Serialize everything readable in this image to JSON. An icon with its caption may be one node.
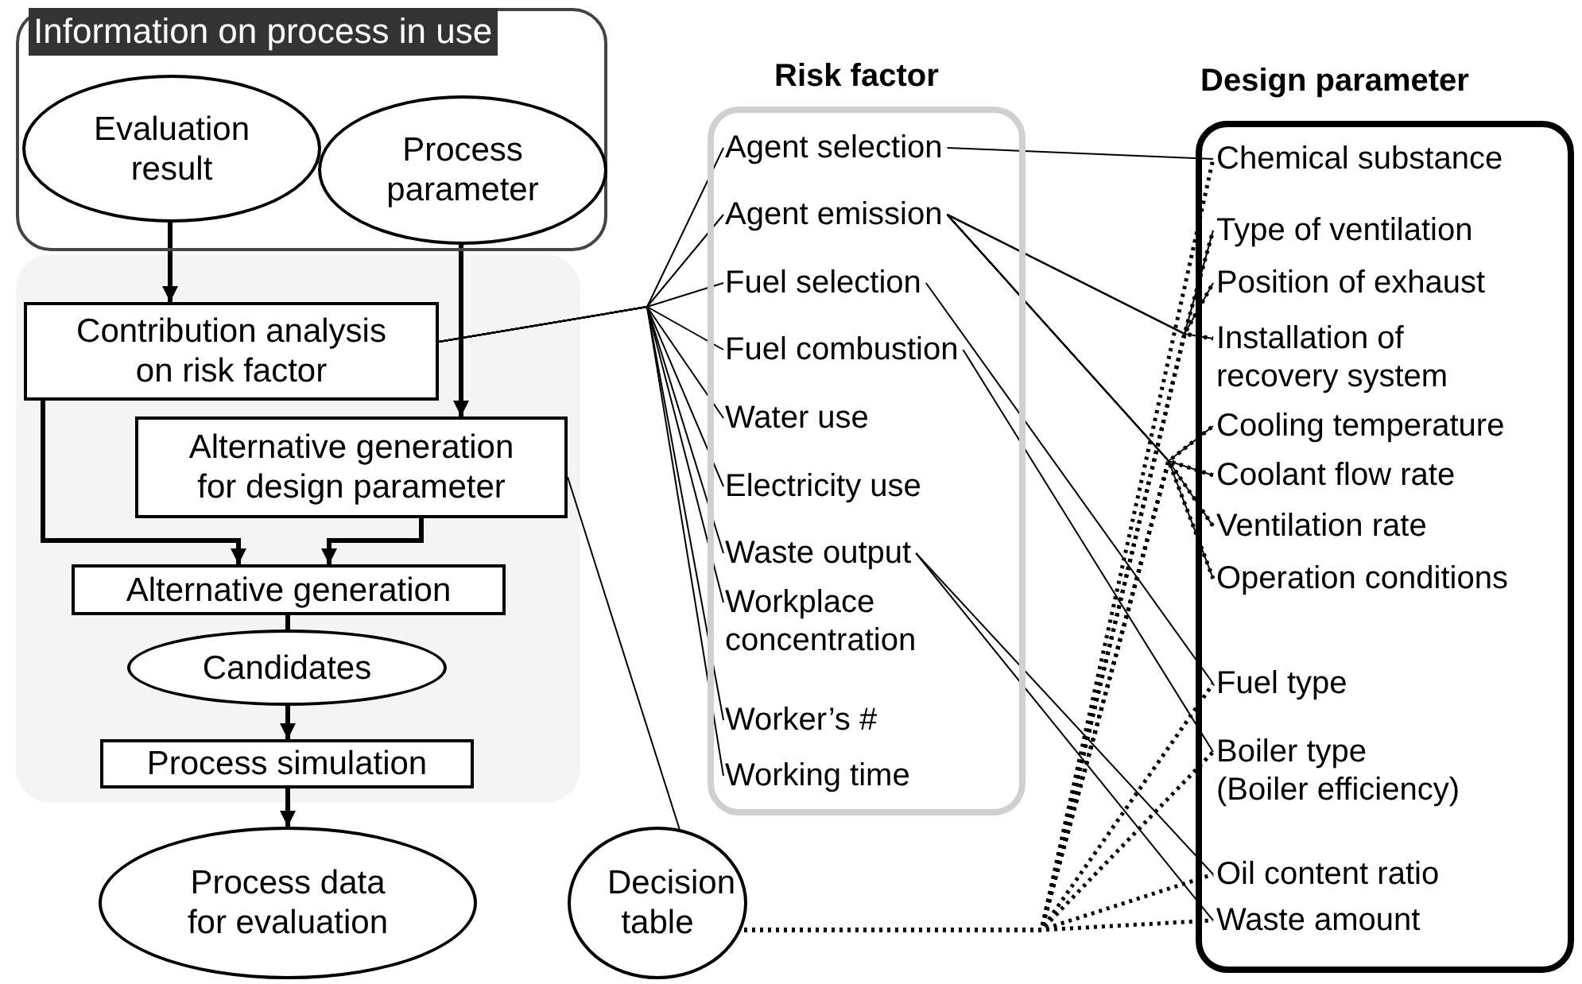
{
  "diagram": {
    "nodes": [
      {
        "text": [
          "Information on process in use"
        ]
      },
      {
        "text": [
          "Evaluation result"
        ],
        "in": 0
      },
      {
        "text": [
          "Process parameter"
        ],
        "in": 0
      },
      {
        "text": [
          "Contribution analysis on risk factor"
        ]
      },
      {
        "text": [
          "Alternative generation for design parameter"
        ]
      },
      {
        "text": [
          "Alternative generation"
        ]
      },
      {
        "text": [
          "Candidates"
        ]
      },
      {
        "text": [
          "Process simulation"
        ]
      },
      {
        "text": [
          "Process data for evaluation"
        ]
      },
      {
        "text": [
          "Decision table"
        ]
      },
      {
        "text": [
          "Risk factor"
        ]
      },
      {
        "text": [
          "Agent selection"
        ],
        "in": 10
      },
      {
        "text": [
          "Agent emission"
        ],
        "in": 10
      },
      {
        "text": [
          "Fuel selection"
        ],
        "in": 10
      },
      {
        "text": [
          "Fuel combustion"
        ],
        "in": 10
      },
      {
        "text": [
          "Water use"
        ],
        "in": 10
      },
      {
        "text": [
          "Electricity use"
        ],
        "in": 10
      },
      {
        "text": [
          "Waste output"
        ],
        "in": 10
      },
      {
        "text": [
          "Workplace concentration"
        ],
        "in": 10
      },
      {
        "text": [
          "Worker’s #"
        ],
        "in": 10
      },
      {
        "text": [
          "Working time"
        ],
        "in": 10
      },
      {
        "text": [
          "Design parameter"
        ]
      },
      {
        "text": [
          "Chemical substance"
        ],
        "in": 21
      },
      {
        "text": [
          "Type of ventilation"
        ],
        "in": 21
      },
      {
        "text": [
          "Position of exhaust"
        ],
        "in": 21
      },
      {
        "text": [
          "Installation of recovery system"
        ],
        "in": 21
      },
      {
        "text": [
          "Cooling temperature"
        ],
        "in": 21
      },
      {
        "text": [
          "Coolant flow rate"
        ],
        "in": 21
      },
      {
        "text": [
          "Ventilation rate"
        ],
        "in": 21
      },
      {
        "text": [
          "Operation conditions"
        ],
        "in": 21
      },
      {
        "text": [
          "Fuel type"
        ],
        "in": 21
      },
      {
        "text": [
          "Boiler type (Boiler efficiency)"
        ],
        "in": 21
      },
      {
        "text": [
          "Oil content ratio"
        ],
        "in": 21
      },
      {
        "text": [
          "Waste amount"
        ],
        "in": 21
      }
    ],
    "edges": [
      {
        "from": 1,
        "to": 3,
        "arrow": "to",
        "style": "thick"
      },
      {
        "from": 2,
        "to": 4,
        "arrow": "to",
        "style": "thick"
      },
      {
        "from": 3,
        "to": 5,
        "arrow": "to",
        "style": "thick"
      },
      {
        "from": 4,
        "to": 5,
        "arrow": "to",
        "style": "thick"
      },
      {
        "from": 5,
        "to": 6,
        "arrow": "none",
        "style": "thick"
      },
      {
        "from": 6,
        "to": 7,
        "arrow": "to",
        "style": "thick"
      },
      {
        "from": 7,
        "to": 8,
        "arrow": "to",
        "style": "thick"
      },
      {
        "from": 3,
        "to": 11,
        "arrow": "none"
      },
      {
        "from": 3,
        "to": 12,
        "arrow": "none"
      },
      {
        "from": 3,
        "to": 13,
        "arrow": "none"
      },
      {
        "from": 3,
        "to": 14,
        "arrow": "none"
      },
      {
        "from": 3,
        "to": 15,
        "arrow": "none"
      },
      {
        "from": 3,
        "to": 16,
        "arrow": "none"
      },
      {
        "from": 3,
        "to": 17,
        "arrow": "none"
      },
      {
        "from": 3,
        "to": 18,
        "arrow": "none"
      },
      {
        "from": 3,
        "to": 19,
        "arrow": "none"
      },
      {
        "from": 3,
        "to": 20,
        "arrow": "none"
      },
      {
        "from": 4,
        "to": 9,
        "arrow": "none"
      },
      {
        "from": 11,
        "to": 22,
        "arrow": "none"
      },
      {
        "from": 12,
        "to": 23,
        "arrow": "none"
      },
      {
        "from": 12,
        "to": 24,
        "arrow": "none"
      },
      {
        "from": 12,
        "to": 25,
        "arrow": "none"
      },
      {
        "from": 12,
        "to": 26,
        "arrow": "none"
      },
      {
        "from": 12,
        "to": 27,
        "arrow": "none"
      },
      {
        "from": 12,
        "to": 28,
        "arrow": "none"
      },
      {
        "from": 12,
        "to": 29,
        "arrow": "none"
      },
      {
        "from": 13,
        "to": 30,
        "arrow": "none"
      },
      {
        "from": 14,
        "to": 31,
        "arrow": "none"
      },
      {
        "from": 17,
        "to": 32,
        "arrow": "none"
      },
      {
        "from": 17,
        "to": 33,
        "arrow": "none"
      },
      {
        "from": 9,
        "to": 22,
        "arrow": "none",
        "style": "dashed"
      },
      {
        "from": 9,
        "to": 23,
        "arrow": "none",
        "style": "dashed"
      },
      {
        "from": 9,
        "to": 24,
        "arrow": "none",
        "style": "dashed"
      },
      {
        "from": 9,
        "to": 25,
        "arrow": "none",
        "style": "dashed"
      },
      {
        "from": 9,
        "to": 26,
        "arrow": "none",
        "style": "dashed"
      },
      {
        "from": 9,
        "to": 27,
        "arrow": "none",
        "style": "dashed"
      },
      {
        "from": 9,
        "to": 28,
        "arrow": "none",
        "style": "dashed"
      },
      {
        "from": 9,
        "to": 29,
        "arrow": "none",
        "style": "dashed"
      },
      {
        "from": 9,
        "to": 30,
        "arrow": "none",
        "style": "dashed"
      },
      {
        "from": 9,
        "to": 31,
        "arrow": "none",
        "style": "dashed"
      },
      {
        "from": 9,
        "to": 32,
        "arrow": "none",
        "style": "dashed"
      },
      {
        "from": 9,
        "to": 33,
        "arrow": "none",
        "style": "dashed"
      }
    ]
  }
}
